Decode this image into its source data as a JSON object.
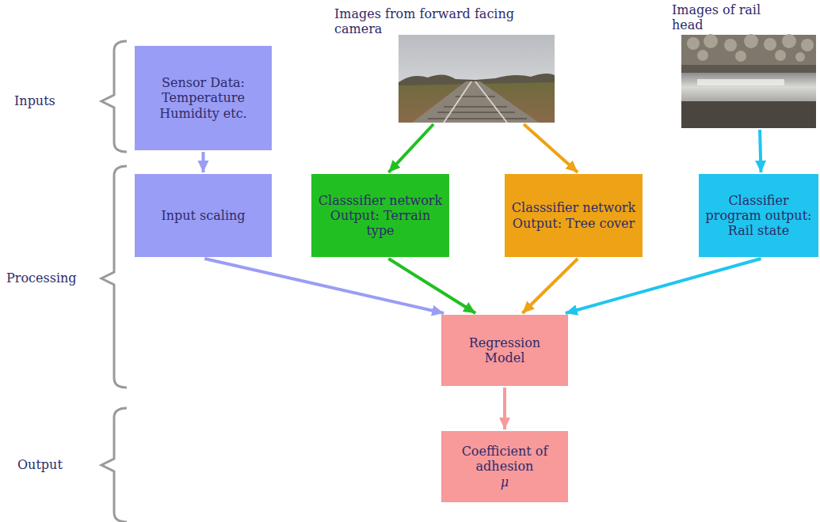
{
  "diagram": {
    "nodes": [
      {
        "text": [
          "Sensor Data: Temperature Humidity etc."
        ]
      },
      {
        "text": [
          "Images from forward facing camera"
        ]
      },
      {
        "text": [
          "Images of rail head"
        ]
      },
      {
        "text": [
          "Input scaling"
        ]
      },
      {
        "text": [
          "Classsifier network Output: Terrain type"
        ]
      },
      {
        "text": [
          "Classsifier network Output: Tree cover"
        ]
      },
      {
        "text": [
          "Classifier program output: Rail state"
        ]
      },
      {
        "text": [
          "Regression Model"
        ]
      },
      {
        "text": [
          "Coefficient of adhesion",
          "μ"
        ]
      }
    ],
    "edges": [
      {
        "from": 0,
        "to": 3,
        "arrow": "to"
      },
      {
        "from": 1,
        "to": 4,
        "arrow": "to"
      },
      {
        "from": 1,
        "to": 5,
        "arrow": "to"
      },
      {
        "from": 2,
        "to": 6,
        "arrow": "to"
      },
      {
        "from": 3,
        "to": 7,
        "arrow": "to"
      },
      {
        "from": 4,
        "to": 7,
        "arrow": "to"
      },
      {
        "from": 5,
        "to": 7,
        "arrow": "to"
      },
      {
        "from": 6,
        "to": 7,
        "arrow": "to"
      },
      {
        "from": 7,
        "to": 8,
        "arrow": "to"
      }
    ],
    "labels": [
      "Inputs",
      "Processing",
      "Output"
    ]
  }
}
